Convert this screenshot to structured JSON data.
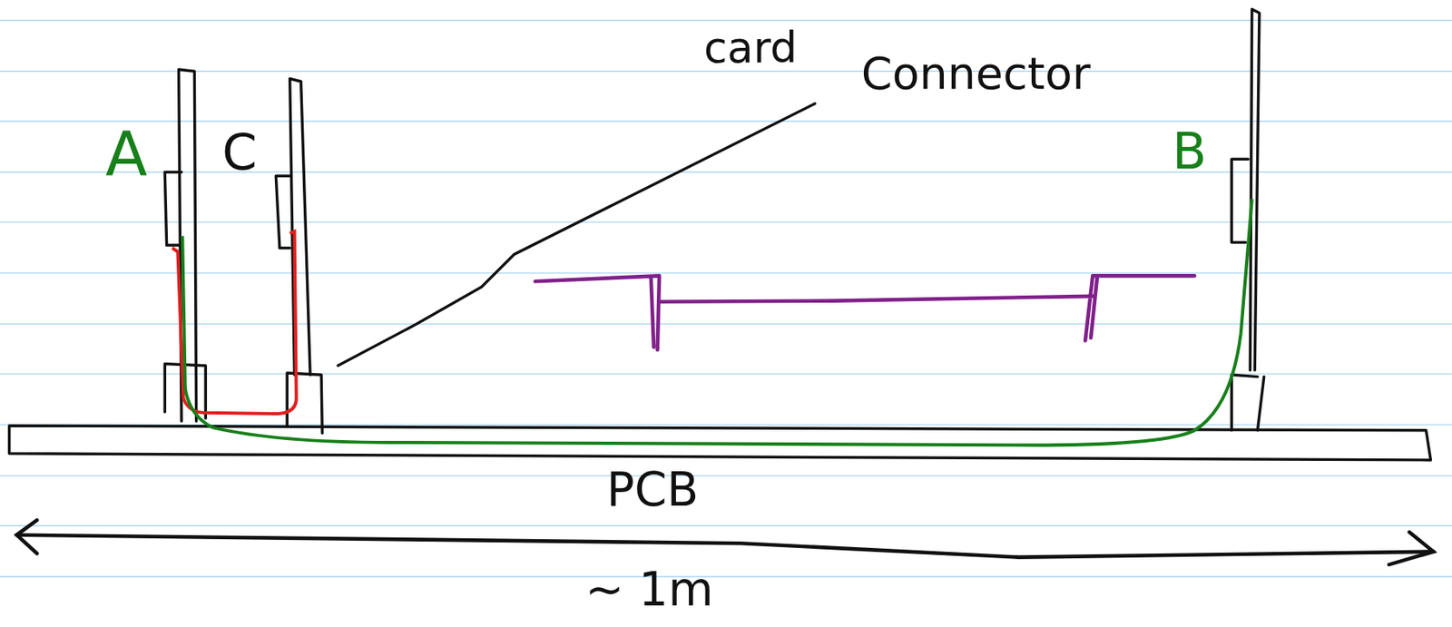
{
  "diagram": {
    "labels": [
      "card",
      "Connector",
      "A",
      "C",
      "B",
      "PCB",
      "~ 1m"
    ]
  }
}
